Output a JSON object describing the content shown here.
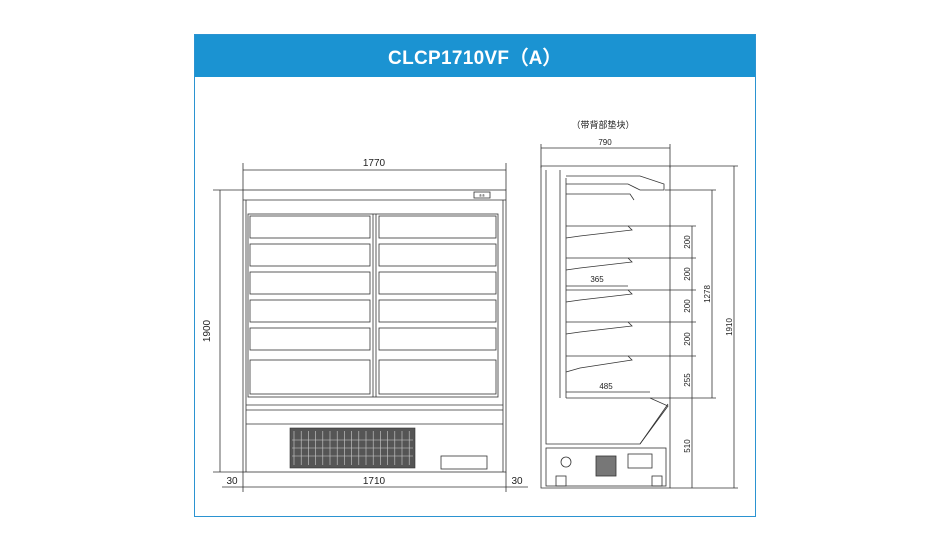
{
  "title": "CLCP1710VF（A）",
  "front_view": {
    "width_label": "1770",
    "height_label": "1900",
    "inner_width_label": "1710",
    "left_margin_label": "30",
    "right_margin_label": "30",
    "badge_label": "®®"
  },
  "side_view": {
    "note": "（带背部垫块）",
    "depth_label": "790",
    "shelf_depth_label": "365",
    "base_depth_label": "485",
    "spacings": [
      "200",
      "200",
      "200",
      "200",
      "255",
      "510"
    ],
    "shelf_span_label": "1278",
    "total_height_label": "1910"
  }
}
